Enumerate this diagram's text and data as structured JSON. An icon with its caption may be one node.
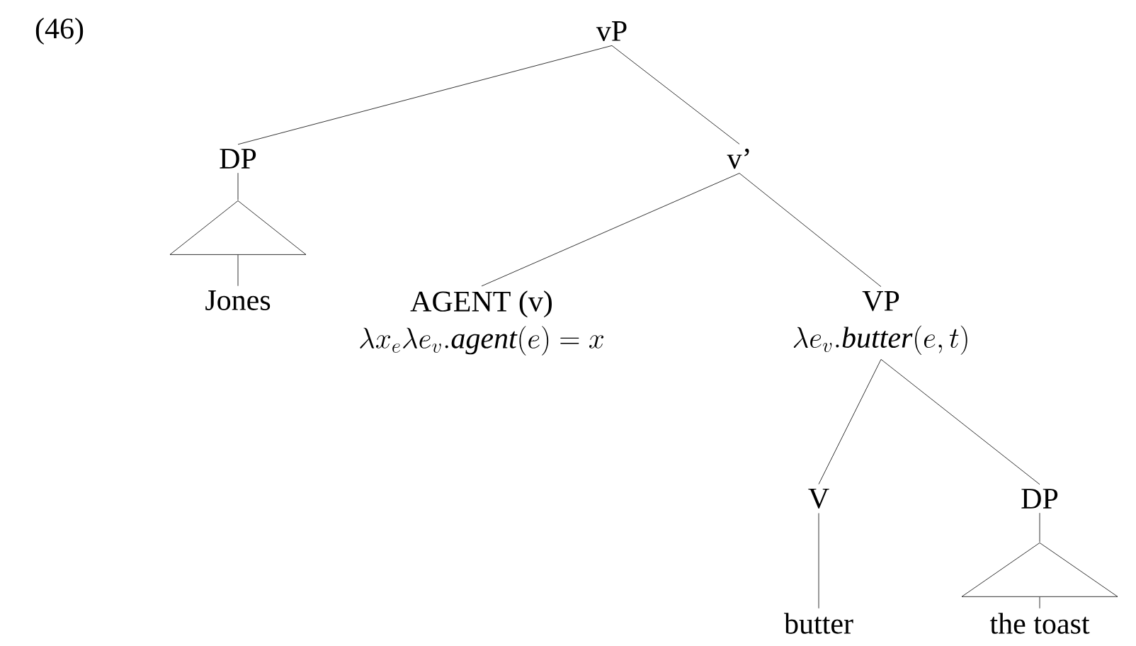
{
  "diagram": {
    "nodes": [
      {
        "text": [
          "vP"
        ]
      },
      {
        "text": [
          "DP"
        ]
      },
      {
        "text": [
          "v’"
        ]
      },
      {
        "text": [],
        "shape": "triangle"
      },
      {
        "text": [
          "Jones"
        ]
      },
      {
        "text": [
          "AGENT (v)",
          "\\lambda x_e\\lambda e_v.\\textit{agent}(e) = x"
        ]
      },
      {
        "text": [
          "VP",
          "\\lambda e_v.\\textit{butter}(e,t)"
        ]
      },
      {
        "text": [
          "V"
        ]
      },
      {
        "text": [
          "DP"
        ]
      },
      {
        "text": [
          "butter"
        ]
      },
      {
        "text": [],
        "shape": "triangle"
      },
      {
        "text": [
          "the toast"
        ]
      }
    ],
    "edges": [
      {
        "from": 0,
        "to": 1,
        "arrow": "none"
      },
      {
        "from": 0,
        "to": 2,
        "arrow": "none"
      },
      {
        "from": 1,
        "to": 3,
        "arrow": "none"
      },
      {
        "from": 3,
        "to": 4,
        "arrow": "none"
      },
      {
        "from": 2,
        "to": 5,
        "arrow": "none"
      },
      {
        "from": 2,
        "to": 6,
        "arrow": "none"
      },
      {
        "from": 6,
        "to": 7,
        "arrow": "none"
      },
      {
        "from": 6,
        "to": 8,
        "arrow": "none"
      },
      {
        "from": 7,
        "to": 9,
        "arrow": "none"
      },
      {
        "from": 8,
        "to": 10,
        "arrow": "none"
      },
      {
        "from": 10,
        "to": 11,
        "arrow": "none"
      }
    ],
    "labels": [
      "(46)"
    ]
  }
}
